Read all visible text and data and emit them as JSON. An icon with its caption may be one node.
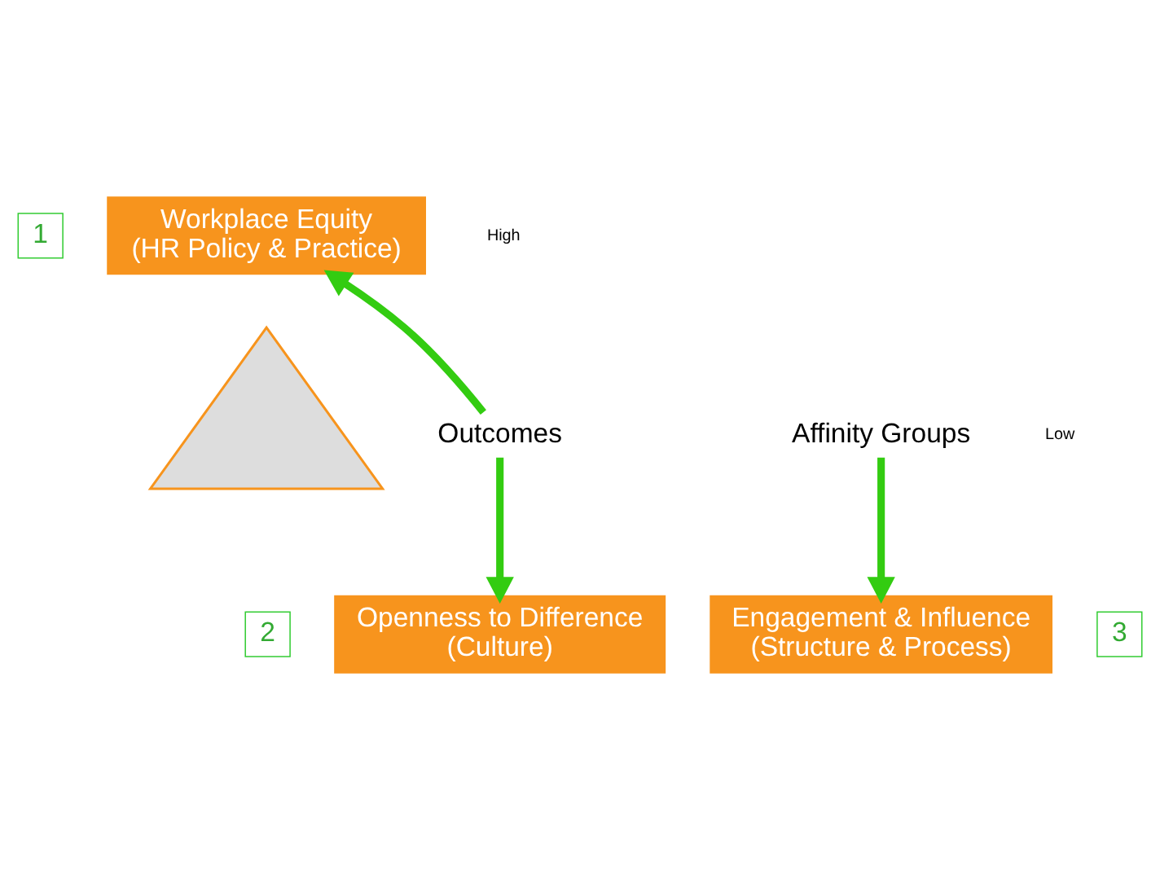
{
  "diagram": {
    "nodes": [
      {
        "text": [
          "1"
        ]
      },
      {
        "text": [
          "Workplace Equity",
          "(HR Policy & Practice)"
        ]
      },
      {
        "text": [
          "Outcomes"
        ]
      },
      {
        "text": [],
        "shape": "triangle"
      },
      {
        "text": [
          "Affinity Groups"
        ]
      },
      {
        "text": [
          "2"
        ]
      },
      {
        "text": [
          "Openness to Difference",
          "(Culture)"
        ]
      },
      {
        "text": [
          "3"
        ]
      },
      {
        "text": [
          "Engagement & Influence",
          "(Structure & Process)"
        ]
      }
    ],
    "edges": [
      {
        "from": 2,
        "to": 1,
        "arrow": "to"
      },
      {
        "from": 2,
        "to": 6,
        "arrow": "to"
      },
      {
        "from": 4,
        "to": 8,
        "arrow": "to"
      }
    ],
    "labels": [
      "High",
      "Low"
    ]
  }
}
